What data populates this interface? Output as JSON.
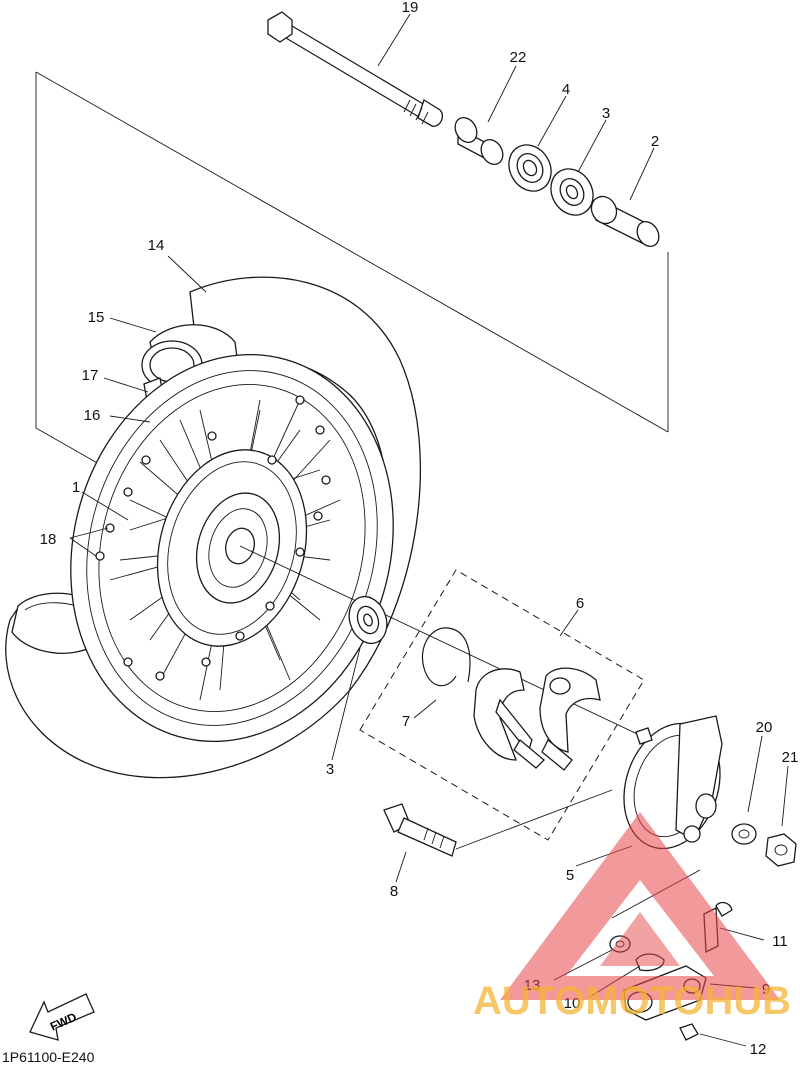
{
  "diagram_code": "1P61100-E240",
  "fwd_arrow_label": "FWD",
  "watermark": {
    "text": "AUTOMOTOHUB",
    "triangle_color": "#e8454a",
    "text_color": "#f5b431"
  },
  "callouts": {
    "c1": "1",
    "c2": "2",
    "c3a": "3",
    "c3b": "3",
    "c4": "4",
    "c5": "5",
    "c6": "6",
    "c7": "7",
    "c8": "8",
    "c9": "9",
    "c10": "10",
    "c11": "11",
    "c12": "12",
    "c13": "13",
    "c14": "14",
    "c15": "15",
    "c16": "16",
    "c17": "17",
    "c18": "18",
    "c19": "19",
    "c20": "20",
    "c21": "21",
    "c22": "22"
  }
}
